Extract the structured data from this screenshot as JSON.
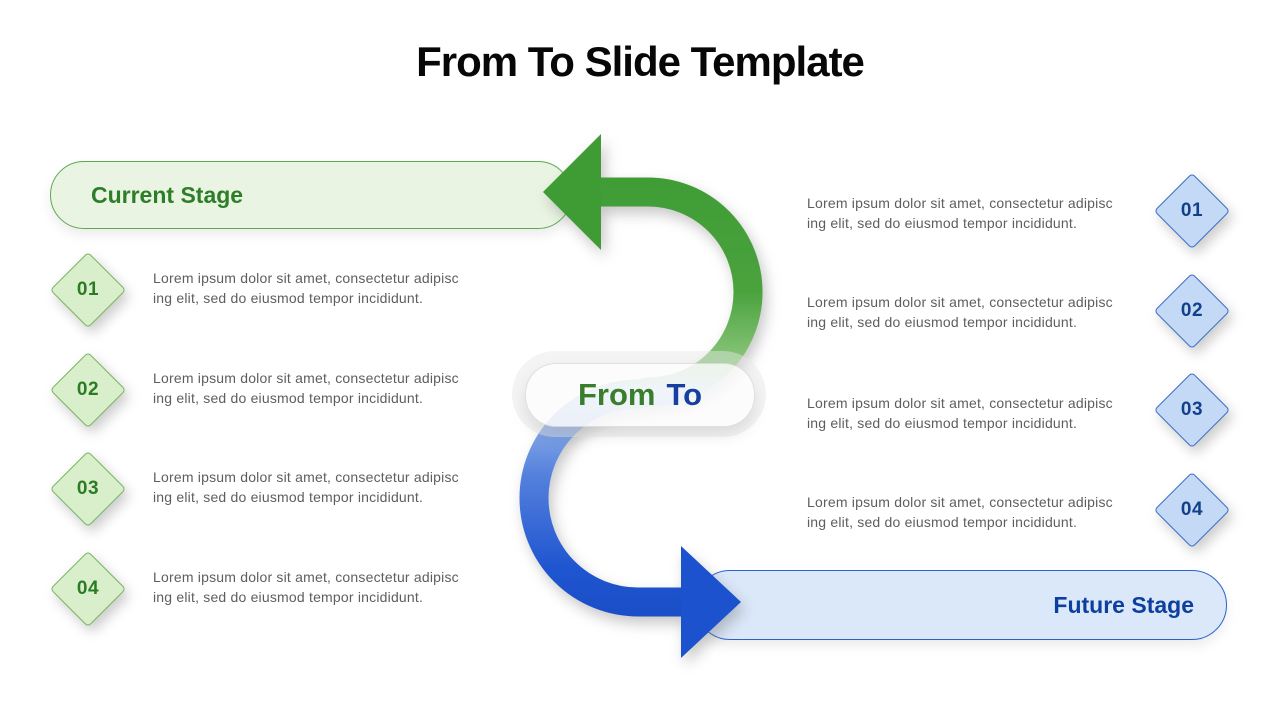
{
  "title": "From To Slide Template",
  "center": {
    "from_label": "From",
    "to_label": "To"
  },
  "current_stage": {
    "label": "Current Stage"
  },
  "future_stage": {
    "label": "Future Stage"
  },
  "lorem_line": "Lorem ipsum dolor sit amet, consectetur adipisc\ning elit, sed do eiusmod tempor incididunt.",
  "left_items": [
    {
      "number": "01",
      "text": "Lorem ipsum dolor sit amet, consectetur adipisc\ning elit, sed do eiusmod tempor incididunt."
    },
    {
      "number": "02",
      "text": "Lorem ipsum dolor sit amet, consectetur adipisc\ning elit, sed do eiusmod tempor incididunt."
    },
    {
      "number": "03",
      "text": "Lorem ipsum dolor sit amet, consectetur adipisc\ning elit, sed do eiusmod tempor incididunt."
    },
    {
      "number": "04",
      "text": "Lorem ipsum dolor sit amet, consectetur adipisc\ning elit, sed do eiusmod tempor incididunt."
    }
  ],
  "right_items": [
    {
      "number": "01",
      "text": "Lorem ipsum dolor sit amet, consectetur adipisc\ning elit, sed do eiusmod tempor incididunt."
    },
    {
      "number": "02",
      "text": "Lorem ipsum dolor sit amet, consectetur adipisc\ning elit, sed do eiusmod tempor incididunt."
    },
    {
      "number": "03",
      "text": "Lorem ipsum dolor sit amet, consectetur adipisc\ning elit, sed do eiusmod tempor incididunt."
    },
    {
      "number": "04",
      "text": "Lorem ipsum dolor sit amet, consectetur adipisc\ning elit, sed do eiusmod tempor incididunt."
    }
  ],
  "colors": {
    "green_solid": "#3f9c35",
    "green_light": "#8dc87e",
    "green_banner_fill": "#e9f5e2",
    "green_banner_border": "#5fa94f",
    "green_text": "#2e7d28",
    "blue_solid": "#1d52cf",
    "blue_light": "#a7c3ee",
    "blue_banner_fill": "#dbe8fa",
    "blue_banner_border": "#2f62c8",
    "blue_text": "#0d3f9e",
    "body_text": "#5e5e5e",
    "title_text": "#070707"
  }
}
